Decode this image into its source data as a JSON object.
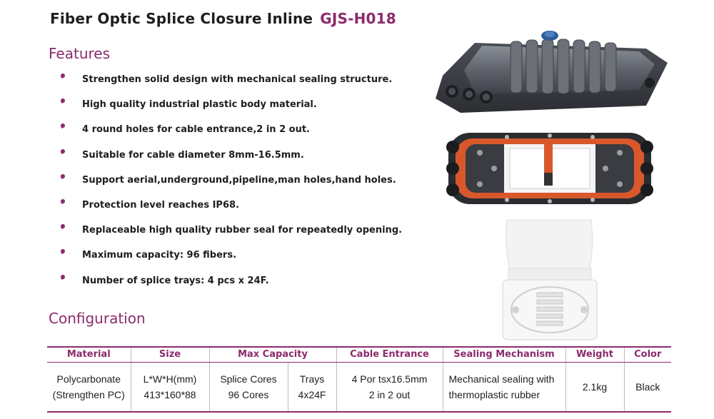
{
  "title": {
    "main": "Fiber Optic Splice Closure Inline",
    "model": "GJS-H018"
  },
  "features_heading": "Features",
  "features": [
    "Strengthen solid design with mechanical sealing structure.",
    "High quality industrial plastic body material.",
    "4 round holes for cable entrance,2 in 2 out.",
    "Suitable for cable diameter 8mm-16.5mm.",
    "Support aerial,underground,pipeline,man holes,hand holes.",
    "Protection level reaches IP68.",
    "Replaceable high quality rubber seal for repeatedly opening.",
    "Maximum capacity: 96 fibers.",
    "Number of splice trays: 4 pcs x 24F."
  ],
  "configuration_heading": "Configuration",
  "table": {
    "headers": {
      "material": "Material",
      "size": "Size",
      "max_capacity": "Max Capacity",
      "cable_entrance": "Cable Entrance",
      "sealing": "Sealing Mechanism",
      "weight": "Weight",
      "color": "Color"
    },
    "row": {
      "material_1": "Polycarbonate",
      "material_2": "(Strengthen PC)",
      "size_1": "L*W*H(mm)",
      "size_2": "413*160*88",
      "cores_1": "Splice Cores",
      "cores_2": "96 Cores",
      "trays_1": "Trays",
      "trays_2": "4x24F",
      "entrance_1": "4 Por tsx16.5mm",
      "entrance_2": "2 in 2 out",
      "sealing_1": "Mechanical sealing with",
      "sealing_2": "thermoplastic rubber",
      "weight": "2.1kg",
      "color": "Black"
    }
  },
  "colors": {
    "accent": "#8b2b6b",
    "text": "#1e1e1e",
    "closure_body": "#5c6068",
    "orange": "#d8582c"
  }
}
